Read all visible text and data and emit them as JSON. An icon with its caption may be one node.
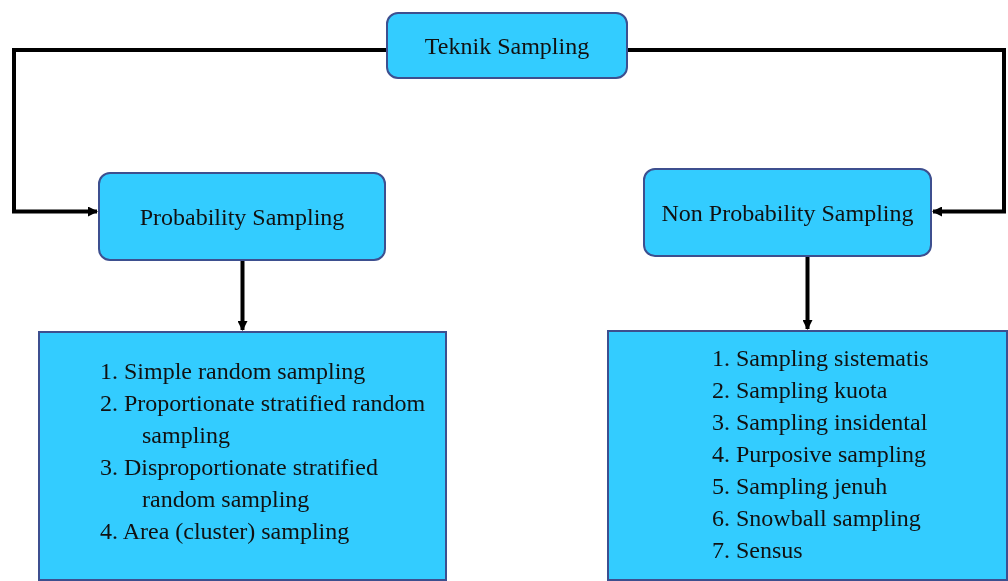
{
  "diagram": {
    "nodes": [
      {
        "text": [
          "Teknik Sampling"
        ]
      },
      {
        "text": [
          "Probability Sampling"
        ]
      },
      {
        "text": [
          "Non Probability Sampling"
        ]
      },
      {
        "text": [
          "1. Simple random sampling",
          "2. Proportionate stratified random sampling",
          "3. Disproportionate stratified random sampling",
          "4. Area (cluster) sampling"
        ]
      },
      {
        "text": [
          "1. Sampling sistematis",
          "2. Sampling kuota",
          "3. Sampling insidental",
          "4. Purposive sampling",
          "5. Sampling jenuh",
          "6. Snowball sampling",
          "7. Sensus"
        ]
      }
    ],
    "edges": [
      {
        "from": 0,
        "to": 1,
        "arrow": "to"
      },
      {
        "from": 0,
        "to": 2,
        "arrow": "to"
      },
      {
        "from": 1,
        "to": 3,
        "arrow": "to"
      },
      {
        "from": 2,
        "to": 4,
        "arrow": "to"
      }
    ]
  }
}
